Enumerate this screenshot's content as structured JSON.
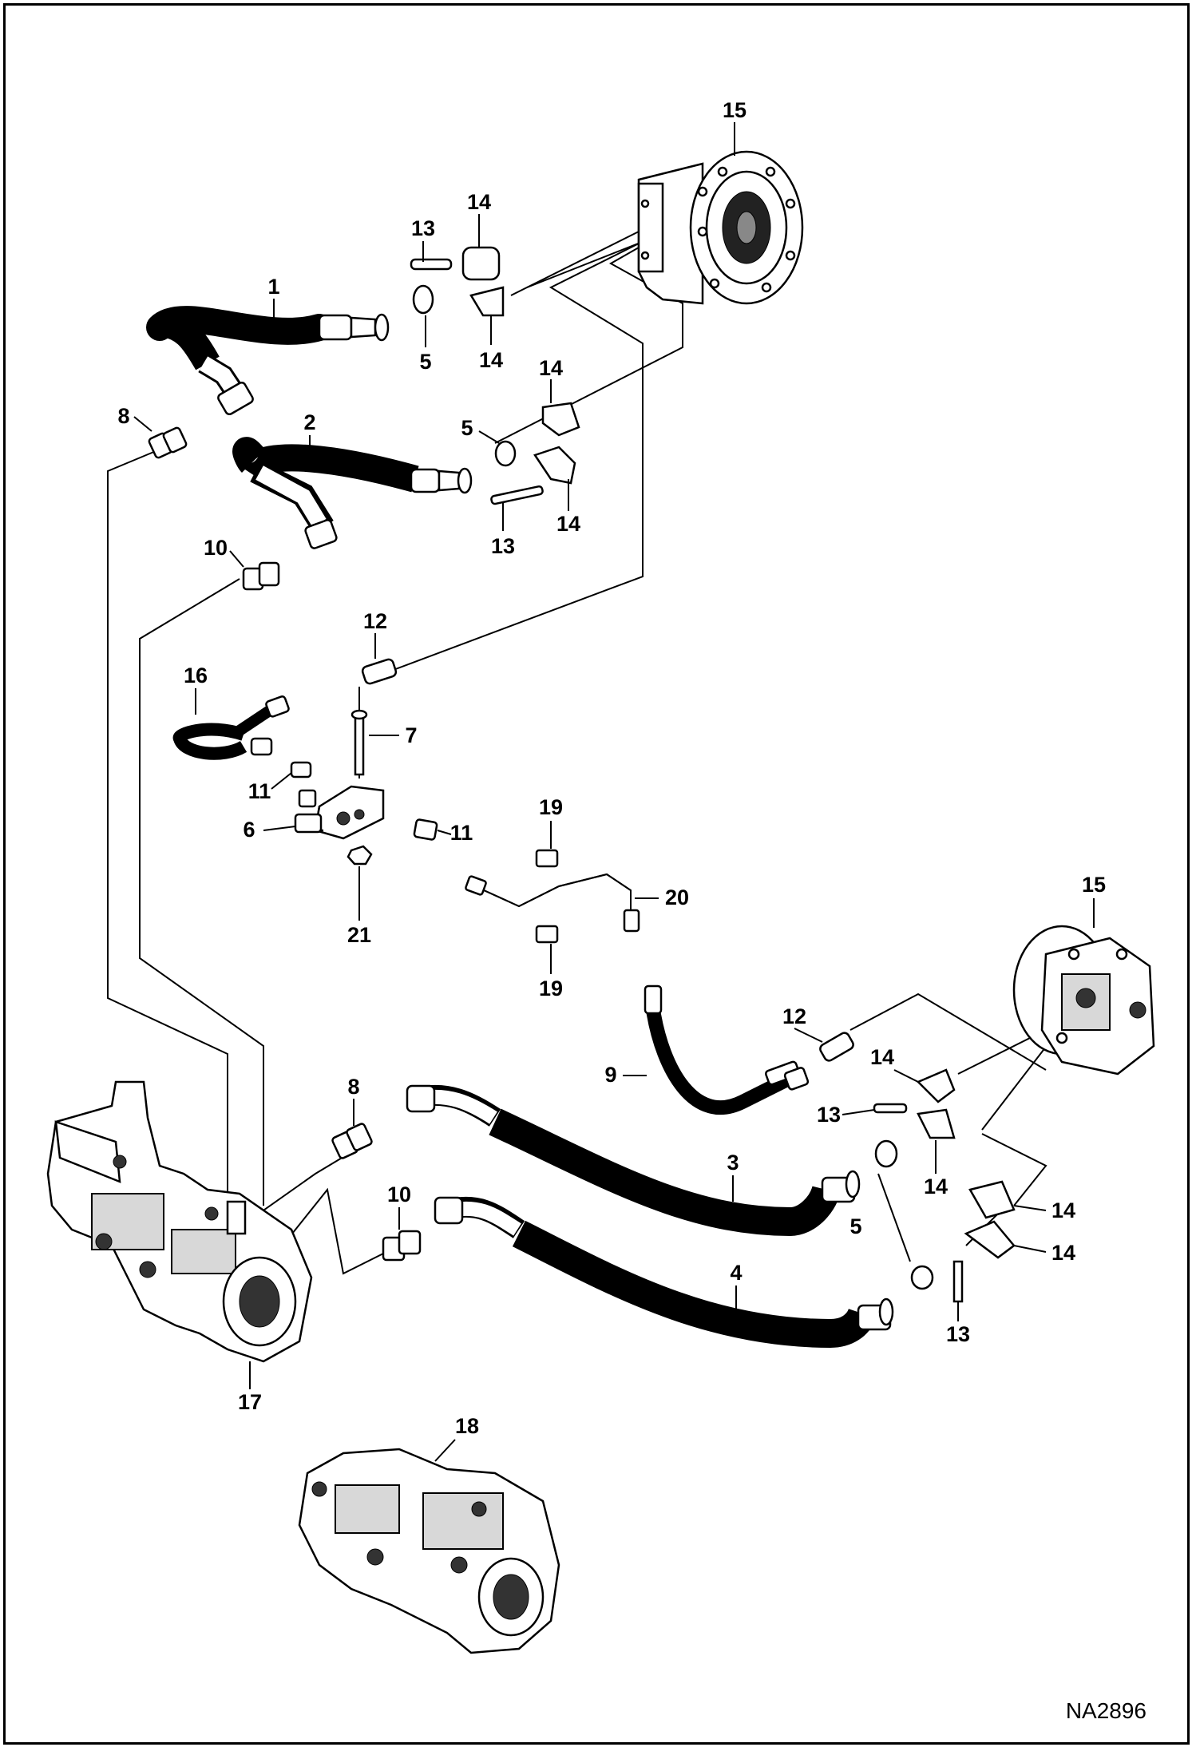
{
  "drawing_id": "NA2896",
  "callouts": {
    "c1": "1",
    "c2": "2",
    "c3": "3",
    "c4": "4",
    "c5a": "5",
    "c5b": "5",
    "c5c": "5",
    "c6": "6",
    "c7": "7",
    "c8a": "8",
    "c8b": "8",
    "c9": "9",
    "c10a": "10",
    "c10b": "10",
    "c11a": "11",
    "c11b": "11",
    "c12a": "12",
    "c12b": "12",
    "c13a": "13",
    "c13b": "13",
    "c13c": "13",
    "c13d": "13",
    "c14a": "14",
    "c14b": "14",
    "c14c": "14",
    "c14d": "14",
    "c14e": "14",
    "c14f": "14",
    "c14g": "14",
    "c14h": "14",
    "c15a": "15",
    "c15b": "15",
    "c16": "16",
    "c17": "17",
    "c18": "18",
    "c19a": "19",
    "c19b": "19",
    "c20": "20",
    "c21": "21"
  }
}
